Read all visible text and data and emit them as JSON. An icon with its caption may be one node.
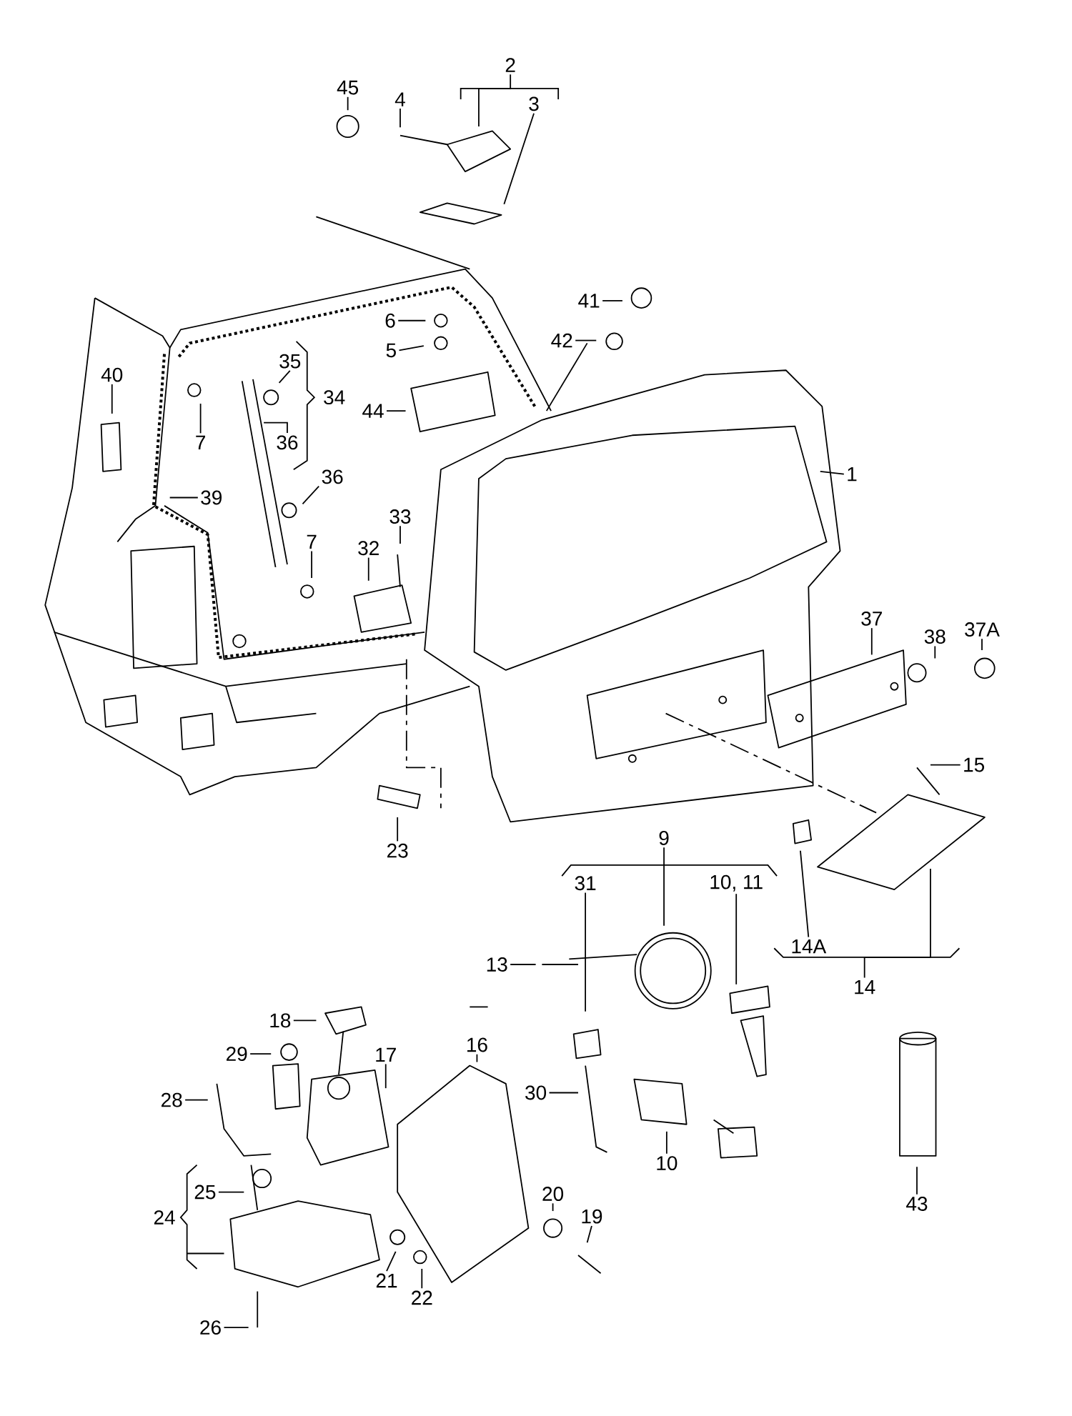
{
  "diagram": {
    "nodes": [
      {
        "text": [
          "2"
        ]
      },
      {
        "text": [
          "45"
        ]
      },
      {
        "text": [
          "4"
        ]
      },
      {
        "text": [
          "3"
        ]
      },
      {
        "text": [
          "41"
        ]
      },
      {
        "text": [
          "6"
        ]
      },
      {
        "text": [
          "42"
        ]
      },
      {
        "text": [
          "5"
        ]
      },
      {
        "text": [
          "35"
        ]
      },
      {
        "text": [
          "40"
        ]
      },
      {
        "text": [
          "34"
        ]
      },
      {
        "text": [
          "44"
        ]
      },
      {
        "text": [
          "7"
        ]
      },
      {
        "text": [
          "36"
        ]
      },
      {
        "text": [
          "1"
        ]
      },
      {
        "text": [
          "36"
        ]
      },
      {
        "text": [
          "39"
        ]
      },
      {
        "text": [
          "33"
        ]
      },
      {
        "text": [
          "7"
        ]
      },
      {
        "text": [
          "32"
        ]
      },
      {
        "text": [
          "37"
        ]
      },
      {
        "text": [
          "37A"
        ]
      },
      {
        "text": [
          "38"
        ]
      },
      {
        "text": [
          "15"
        ]
      },
      {
        "text": [
          "9"
        ]
      },
      {
        "text": [
          "23"
        ]
      },
      {
        "text": [
          "31"
        ]
      },
      {
        "text": [
          "10, 11"
        ]
      },
      {
        "text": [
          "14A"
        ]
      },
      {
        "text": [
          "13"
        ]
      },
      {
        "text": [
          "14"
        ]
      },
      {
        "text": [
          "18"
        ]
      },
      {
        "text": [
          "16"
        ]
      },
      {
        "text": [
          "29"
        ]
      },
      {
        "text": [
          "17"
        ]
      },
      {
        "text": [
          "30"
        ]
      },
      {
        "text": [
          "28"
        ]
      },
      {
        "text": [
          "10"
        ]
      },
      {
        "text": [
          "25"
        ]
      },
      {
        "text": [
          "20"
        ]
      },
      {
        "text": [
          "19"
        ]
      },
      {
        "text": [
          "24"
        ]
      },
      {
        "text": [
          "43"
        ]
      },
      {
        "text": [
          "21"
        ]
      },
      {
        "text": [
          "22"
        ]
      },
      {
        "text": [
          "26"
        ]
      }
    ],
    "edges": [
      {
        "from": 0,
        "to": null,
        "arrow": "none"
      },
      {
        "from": 1,
        "to": null,
        "arrow": "none"
      },
      {
        "from": 2,
        "to": null,
        "arrow": "none"
      },
      {
        "from": 3,
        "to": null,
        "arrow": "none"
      },
      {
        "from": 4,
        "to": null,
        "arrow": "none"
      },
      {
        "from": 5,
        "to": null,
        "arrow": "none"
      },
      {
        "from": 6,
        "to": null,
        "arrow": "none"
      },
      {
        "from": 7,
        "to": null,
        "arrow": "none"
      },
      {
        "from": 8,
        "to": null,
        "arrow": "none"
      },
      {
        "from": 9,
        "to": null,
        "arrow": "none"
      },
      {
        "from": 11,
        "to": null,
        "arrow": "none"
      },
      {
        "from": 12,
        "to": null,
        "arrow": "none"
      },
      {
        "from": 13,
        "to": null,
        "arrow": "none"
      },
      {
        "from": 14,
        "to": null,
        "arrow": "none"
      },
      {
        "from": 15,
        "to": null,
        "arrow": "none"
      },
      {
        "from": 16,
        "to": null,
        "arrow": "none"
      },
      {
        "from": 17,
        "to": null,
        "arrow": "none"
      },
      {
        "from": 18,
        "to": null,
        "arrow": "none"
      },
      {
        "from": 19,
        "to": null,
        "arrow": "none"
      },
      {
        "from": 20,
        "to": null,
        "arrow": "none"
      },
      {
        "from": 21,
        "to": null,
        "arrow": "none"
      },
      {
        "from": 22,
        "to": null,
        "arrow": "none"
      },
      {
        "from": 23,
        "to": null,
        "arrow": "none"
      },
      {
        "from": 24,
        "to": null,
        "arrow": "none"
      },
      {
        "from": 25,
        "to": null,
        "arrow": "none"
      },
      {
        "from": 26,
        "to": null,
        "arrow": "none"
      },
      {
        "from": 27,
        "to": null,
        "arrow": "none"
      },
      {
        "from": 28,
        "to": null,
        "arrow": "none"
      },
      {
        "from": 29,
        "to": null,
        "arrow": "none"
      },
      {
        "from": 30,
        "to": null,
        "arrow": "none"
      },
      {
        "from": 31,
        "to": null,
        "arrow": "none"
      },
      {
        "from": 32,
        "to": null,
        "arrow": "none"
      },
      {
        "from": 33,
        "to": null,
        "arrow": "none"
      },
      {
        "from": 34,
        "to": null,
        "arrow": "none"
      },
      {
        "from": 35,
        "to": null,
        "arrow": "none"
      },
      {
        "from": 36,
        "to": null,
        "arrow": "none"
      },
      {
        "from": 37,
        "to": null,
        "arrow": "none"
      },
      {
        "from": 38,
        "to": null,
        "arrow": "none"
      },
      {
        "from": 39,
        "to": null,
        "arrow": "none"
      },
      {
        "from": 40,
        "to": null,
        "arrow": "none"
      },
      {
        "from": 42,
        "to": null,
        "arrow": "none"
      },
      {
        "from": 43,
        "to": null,
        "arrow": "none"
      },
      {
        "from": 44,
        "to": null,
        "arrow": "none"
      },
      {
        "from": 45,
        "to": null,
        "arrow": "none"
      }
    ]
  }
}
